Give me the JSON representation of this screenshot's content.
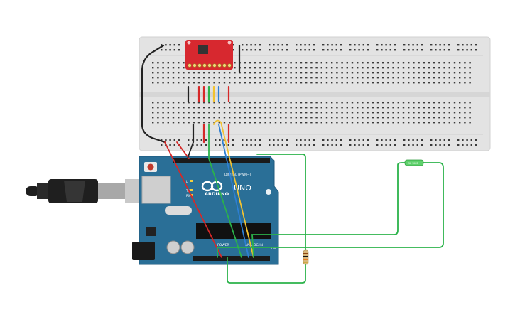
{
  "arduino": {
    "brand": "ARDUINO",
    "model": "UNO",
    "digital_label": "DIGITAL (PWM~)",
    "power_label": "POWER",
    "analog_label": "ANALOG IN",
    "on_label": "ON",
    "tx_label": "TX",
    "rx_label": "RX",
    "l_label": "L"
  },
  "sensor": {
    "name": "TMP36 breakout"
  },
  "resistor": {
    "name": "resistor"
  },
  "thermistor": {
    "label": "5K 10CS"
  },
  "colors": {
    "board_blue": "#2a6f97",
    "wire_red": "#d62828",
    "wire_green": "#2bb34a",
    "wire_yellow": "#f2c230",
    "wire_blue": "#2d7fd3",
    "wire_black": "#222222",
    "breadboard": "#e6e6e6"
  }
}
